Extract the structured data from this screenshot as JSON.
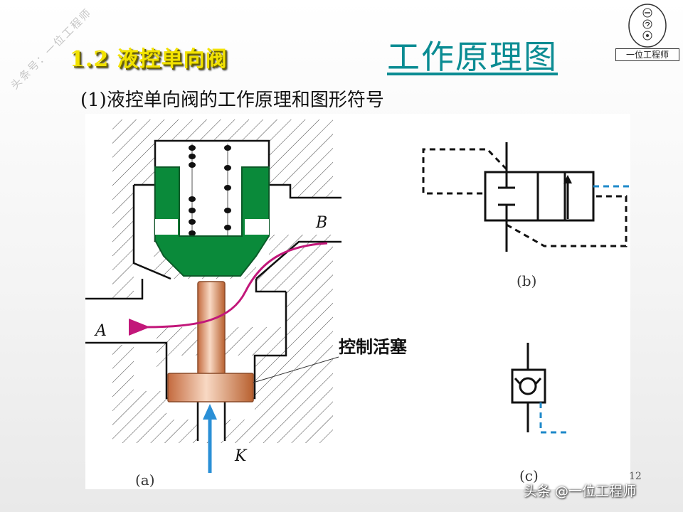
{
  "header": {
    "section_title": "1.2  液控单向阀",
    "page_heading": "工作原理图",
    "subtitle": "(1)液控单向阀的工作原理和图形符号"
  },
  "watermark": {
    "text": "头条号：一位工程师"
  },
  "logo": {
    "label": "一位工程师"
  },
  "diagram_a": {
    "port_a": "A",
    "port_b": "B",
    "port_k": "K",
    "callout": "控制活塞",
    "caption": "(a)"
  },
  "diagram_b": {
    "caption": "(b)"
  },
  "diagram_c": {
    "caption": "(c)"
  },
  "page_number": "12",
  "footer": {
    "watermark": "头条 @一位工程师"
  },
  "colors": {
    "title_yellow": "#f2e200",
    "heading_teal": "#0b8c93",
    "poppet_green": "#0a8a3a",
    "flow_magenta": "#c2177a",
    "control_blue": "#2a8fd6",
    "piston_copper": "#d9906a",
    "pilot_dashed_blue": "#1e88c9"
  }
}
